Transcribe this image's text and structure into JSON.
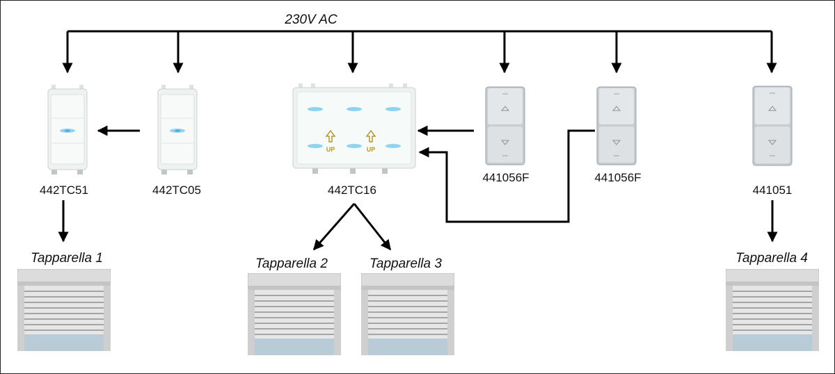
{
  "supply": {
    "label": "230V AC"
  },
  "devices": [
    {
      "code": "442TC51",
      "kind": "touch-module"
    },
    {
      "code": "442TC05",
      "kind": "touch-module"
    },
    {
      "code": "442TC16",
      "kind": "touch-3-module",
      "glyph": "UP"
    },
    {
      "code": "441056F",
      "kind": "up-down-switch"
    },
    {
      "code": "441056F",
      "kind": "up-down-switch"
    },
    {
      "code": "441051",
      "kind": "up-down-switch"
    }
  ],
  "shutters": [
    {
      "label": "Tapparella 1"
    },
    {
      "label": "Tapparella 2"
    },
    {
      "label": "Tapparella 3"
    },
    {
      "label": "Tapparella 4"
    }
  ],
  "colors": {
    "wire": "#000000",
    "led": "#8fd3f2",
    "module": "#eef3f2",
    "switch": "#d8dcdf",
    "shutter_frame": "#cfcfcf"
  }
}
